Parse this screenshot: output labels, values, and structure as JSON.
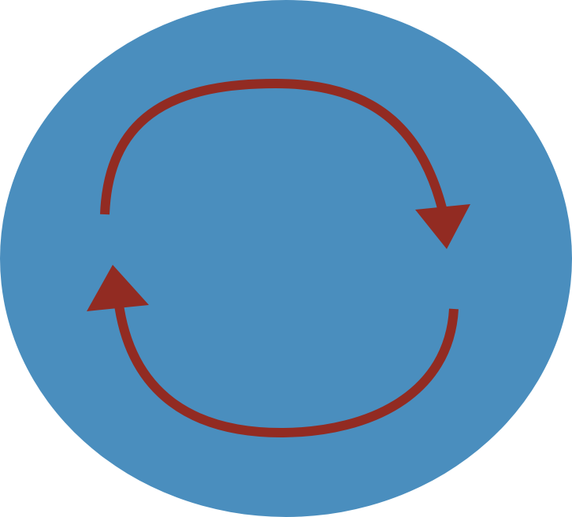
{
  "diagram": {
    "type": "cycle",
    "shape": "ellipse",
    "arrow_count": 2,
    "arrow_directions": [
      "clockwise",
      "clockwise"
    ],
    "colors": {
      "background": "#ffffff",
      "ellipse_fill": "#4a8ebe",
      "arrow": "#922b22"
    }
  }
}
